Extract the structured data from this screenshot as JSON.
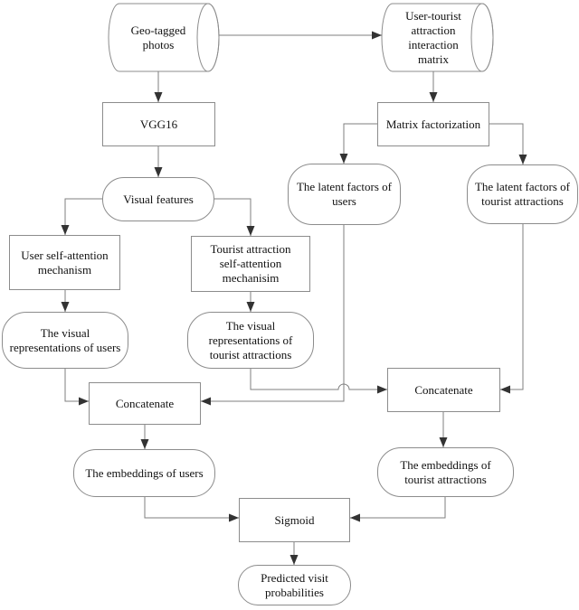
{
  "figure": {
    "type": "flowchart",
    "background": "#ffffff",
    "colors": {
      "line": "#7f7f7f",
      "arrowhead": "#333333",
      "node_border": "#8c8c8c",
      "node_fill": "#ffffff",
      "text": "#111111"
    },
    "nodes": {
      "geo_photos": {
        "shape": "cylinder",
        "label": "Geo-tagged\nphotos"
      },
      "user_matrix": {
        "shape": "cylinder",
        "label": "User-tourist\nattraction\ninteraction\nmatrix"
      },
      "vgg16": {
        "shape": "rect",
        "label": "VGG16"
      },
      "matrix_fact": {
        "shape": "rect",
        "label": "Matrix factorization"
      },
      "visual_features": {
        "shape": "rounded",
        "label": "Visual features"
      },
      "latent_users": {
        "shape": "rounded",
        "label": "The latent factors of\nusers"
      },
      "latent_attractions": {
        "shape": "rounded",
        "label": "The latent factors of\ntourist attractions"
      },
      "user_attention": {
        "shape": "rect",
        "label": "User self-attention\nmechanism"
      },
      "tourist_attention": {
        "shape": "rect",
        "label": "Tourist attraction\nself-attention\nmechanisim"
      },
      "visual_rep_users": {
        "shape": "rounded",
        "label": "The visual\nrepresentations of users"
      },
      "visual_rep_attractions": {
        "shape": "rounded",
        "label": "The visual\nrepresentations of\ntourist attractions"
      },
      "concatenate_users": {
        "shape": "rect",
        "label": "Concatenate"
      },
      "concatenate_attractions": {
        "shape": "rect",
        "label": "Concatenate"
      },
      "embeddings_users": {
        "shape": "rounded",
        "label": "The embeddings of users"
      },
      "embeddings_attractions": {
        "shape": "rounded",
        "label": "The embeddings of\ntourist attractions"
      },
      "sigmoid": {
        "shape": "rect",
        "label": "Sigmoid"
      },
      "predicted": {
        "shape": "rounded",
        "label": "Predicted visit\nprobabilities"
      }
    },
    "edges": [
      {
        "from": "geo_photos",
        "to": "user_matrix"
      },
      {
        "from": "geo_photos",
        "to": "vgg16"
      },
      {
        "from": "user_matrix",
        "to": "matrix_fact"
      },
      {
        "from": "vgg16",
        "to": "visual_features"
      },
      {
        "from": "visual_features",
        "to": "user_attention"
      },
      {
        "from": "visual_features",
        "to": "tourist_attention"
      },
      {
        "from": "matrix_fact",
        "to": "latent_users"
      },
      {
        "from": "matrix_fact",
        "to": "latent_attractions"
      },
      {
        "from": "user_attention",
        "to": "visual_rep_users"
      },
      {
        "from": "tourist_attention",
        "to": "visual_rep_attractions"
      },
      {
        "from": "visual_rep_users",
        "to": "concatenate_users"
      },
      {
        "from": "latent_users",
        "to": "concatenate_users"
      },
      {
        "from": "visual_rep_attractions",
        "to": "concatenate_attractions"
      },
      {
        "from": "latent_attractions",
        "to": "concatenate_attractions"
      },
      {
        "from": "concatenate_users",
        "to": "embeddings_users"
      },
      {
        "from": "concatenate_attractions",
        "to": "embeddings_attractions"
      },
      {
        "from": "embeddings_users",
        "to": "sigmoid"
      },
      {
        "from": "embeddings_attractions",
        "to": "sigmoid"
      },
      {
        "from": "sigmoid",
        "to": "predicted"
      }
    ]
  }
}
